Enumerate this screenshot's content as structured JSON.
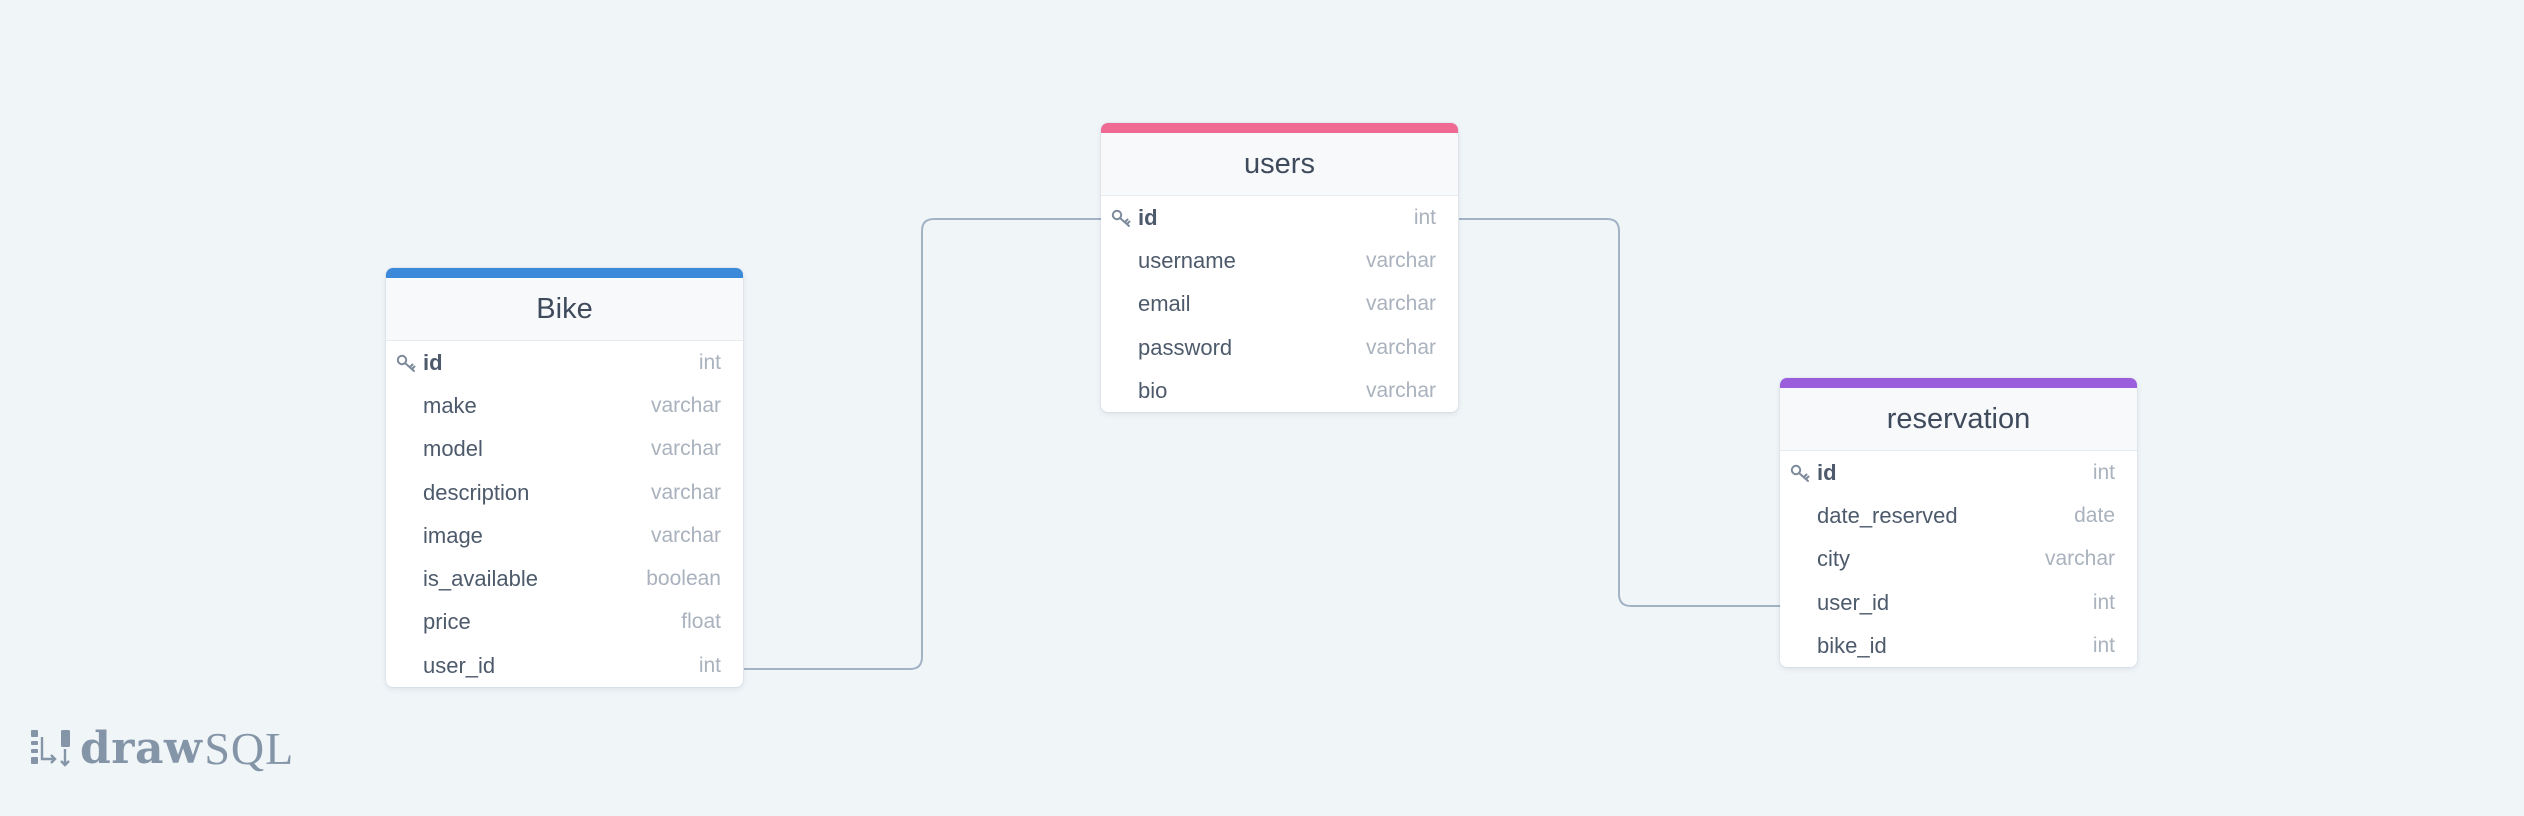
{
  "colors": {
    "background": "#f0f5f8",
    "connector": "#a3b3c6",
    "bike_accent": "#3b8ad9",
    "users_accent": "#ef6a92",
    "reservation_accent": "#9a5ddc"
  },
  "tables": {
    "bike": {
      "name": "Bike",
      "fields": [
        {
          "name": "id",
          "type": "int",
          "pk": true
        },
        {
          "name": "make",
          "type": "varchar"
        },
        {
          "name": "model",
          "type": "varchar"
        },
        {
          "name": "description",
          "type": "varchar"
        },
        {
          "name": "image",
          "type": "varchar"
        },
        {
          "name": "is_available",
          "type": "boolean"
        },
        {
          "name": "price",
          "type": "float"
        },
        {
          "name": "user_id",
          "type": "int"
        }
      ]
    },
    "users": {
      "name": "users",
      "fields": [
        {
          "name": "id",
          "type": "int",
          "pk": true
        },
        {
          "name": "username",
          "type": "varchar"
        },
        {
          "name": "email",
          "type": "varchar"
        },
        {
          "name": "password",
          "type": "varchar"
        },
        {
          "name": "bio",
          "type": "varchar"
        }
      ]
    },
    "reservation": {
      "name": "reservation",
      "fields": [
        {
          "name": "id",
          "type": "int",
          "pk": true
        },
        {
          "name": "date_reserved",
          "type": "date"
        },
        {
          "name": "city",
          "type": "varchar"
        },
        {
          "name": "user_id",
          "type": "int"
        },
        {
          "name": "bike_id",
          "type": "int"
        }
      ]
    }
  },
  "relations": [
    {
      "from": "Bike.user_id",
      "to": "users.id"
    },
    {
      "from": "users.id",
      "to": "reservation.user_id"
    }
  ],
  "logo": {
    "word1": "draw",
    "word2": "SQL",
    "icon": "drawsql-logo-icon"
  },
  "icons": {
    "primary_key": "key-icon"
  }
}
